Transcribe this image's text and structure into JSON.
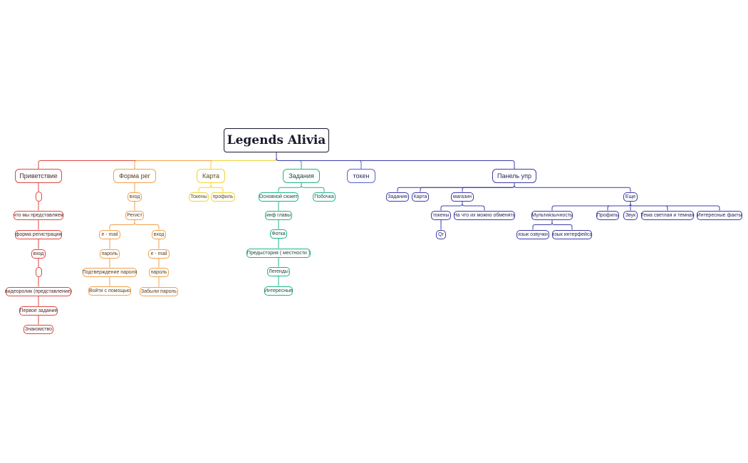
{
  "title": "Legends Alivia",
  "colors": {
    "red": "#e0463e",
    "orange": "#f2a04a",
    "yellow": "#f0d23a",
    "green": "#1fb38a",
    "blue": "#5060d0",
    "indigo": "#3c3caa",
    "root": "#1a1a2e"
  },
  "nodes": [
    {
      "id": "root",
      "label": "Legends Alivia",
      "parent": null,
      "color": "root"
    },
    {
      "id": "privetstvie",
      "label": "Приветствие",
      "parent": "root",
      "color": "red"
    },
    {
      "id": "pr_empty1",
      "label": "",
      "parent": "privetstvie",
      "color": "red"
    },
    {
      "id": "pr_chto",
      "label": "что мы представляем",
      "parent": "pr_empty1",
      "color": "red"
    },
    {
      "id": "pr_forma",
      "label": "форма регистрации",
      "parent": "pr_chto",
      "color": "red"
    },
    {
      "id": "pr_vhod",
      "label": "вход",
      "parent": "pr_forma",
      "color": "red"
    },
    {
      "id": "pr_empty2",
      "label": "",
      "parent": "pr_vhod",
      "color": "red"
    },
    {
      "id": "pr_video",
      "label": "видеоролик (представление)",
      "parent": "pr_empty2",
      "color": "red"
    },
    {
      "id": "pr_pervoe",
      "label": "Первое задание",
      "parent": "pr_video",
      "color": "red"
    },
    {
      "id": "pr_znak",
      "label": "Знакомство",
      "parent": "pr_pervoe",
      "color": "red"
    },
    {
      "id": "forma",
      "label": "Форма рег",
      "parent": "root",
      "color": "orange"
    },
    {
      "id": "fo_vhod",
      "label": "вход",
      "parent": "forma",
      "color": "orange"
    },
    {
      "id": "fo_regist",
      "label": "Регист",
      "parent": "fo_vhod",
      "color": "orange"
    },
    {
      "id": "fo_email1",
      "label": "e - mail",
      "parent": "fo_regist",
      "color": "orange"
    },
    {
      "id": "fo_parol1",
      "label": "пароль",
      "parent": "fo_email1",
      "color": "orange"
    },
    {
      "id": "fo_podtv",
      "label": "Подтверждение пароля",
      "parent": "fo_parol1",
      "color": "orange"
    },
    {
      "id": "fo_voiti",
      "label": "Войти с помощью",
      "parent": "fo_podtv",
      "color": "orange"
    },
    {
      "id": "fo_vhod2",
      "label": "вход",
      "parent": "fo_regist",
      "color": "orange"
    },
    {
      "id": "fo_email2",
      "label": "e - mail",
      "parent": "fo_vhod2",
      "color": "orange"
    },
    {
      "id": "fo_parol2",
      "label": "пароль",
      "parent": "fo_email2",
      "color": "orange"
    },
    {
      "id": "fo_zabyli",
      "label": "Забыли пароль",
      "parent": "fo_parol2",
      "color": "orange"
    },
    {
      "id": "karta",
      "label": "Карта",
      "parent": "root",
      "color": "yellow"
    },
    {
      "id": "ka_tokeny",
      "label": "Токены",
      "parent": "karta",
      "color": "yellow"
    },
    {
      "id": "ka_profil",
      "label": "профиль",
      "parent": "karta",
      "color": "yellow"
    },
    {
      "id": "zadaniya",
      "label": "Задания",
      "parent": "root",
      "color": "green"
    },
    {
      "id": "za_osn",
      "label": "Основной сюжет",
      "parent": "zadaniya",
      "color": "green"
    },
    {
      "id": "za_inf",
      "label": "инф главы",
      "parent": "za_osn",
      "color": "green"
    },
    {
      "id": "za_foto",
      "label": "Фотка",
      "parent": "za_inf",
      "color": "green"
    },
    {
      "id": "za_pred",
      "label": "Предыстория ( местности )",
      "parent": "za_foto",
      "color": "green"
    },
    {
      "id": "za_leg",
      "label": "Легенды",
      "parent": "za_pred",
      "color": "green"
    },
    {
      "id": "za_inter",
      "label": "Интересные",
      "parent": "za_leg",
      "color": "green"
    },
    {
      "id": "za_pob",
      "label": "Побочка",
      "parent": "zadaniya",
      "color": "green"
    },
    {
      "id": "token",
      "label": "токен",
      "parent": "root",
      "color": "blue"
    },
    {
      "id": "panel",
      "label": "Панель упр",
      "parent": "root",
      "color": "indigo"
    },
    {
      "id": "pa_zad",
      "label": "Задания",
      "parent": "panel",
      "color": "indigo"
    },
    {
      "id": "pa_karta",
      "label": "Карта",
      "parent": "panel",
      "color": "indigo"
    },
    {
      "id": "pa_magazin",
      "label": "магазин",
      "parent": "panel",
      "color": "indigo"
    },
    {
      "id": "pa_tokeny",
      "label": "токены",
      "parent": "pa_magazin",
      "color": "indigo"
    },
    {
      "id": "pa_qr",
      "label": "Qr",
      "parent": "pa_tokeny",
      "color": "indigo"
    },
    {
      "id": "pa_nachto",
      "label": "На что их можно обменять",
      "parent": "pa_magazin",
      "color": "indigo"
    },
    {
      "id": "pa_esche",
      "label": "Еще",
      "parent": "panel",
      "color": "indigo"
    },
    {
      "id": "pa_multi",
      "label": "Мультиязычность",
      "parent": "pa_esche",
      "color": "indigo"
    },
    {
      "id": "pa_yazoz",
      "label": "язык озвучки",
      "parent": "pa_multi",
      "color": "indigo"
    },
    {
      "id": "pa_yazint",
      "label": "язык интерфейса",
      "parent": "pa_multi",
      "color": "indigo"
    },
    {
      "id": "pa_profil",
      "label": "Профиль",
      "parent": "pa_esche",
      "color": "indigo"
    },
    {
      "id": "pa_zvuk",
      "label": "Звук",
      "parent": "pa_esche",
      "color": "indigo"
    },
    {
      "id": "pa_tema",
      "label": "Тема светлая и темная",
      "parent": "pa_esche",
      "color": "indigo"
    },
    {
      "id": "pa_fakty",
      "label": "Интересные факты",
      "parent": "pa_esche",
      "color": "indigo"
    }
  ]
}
